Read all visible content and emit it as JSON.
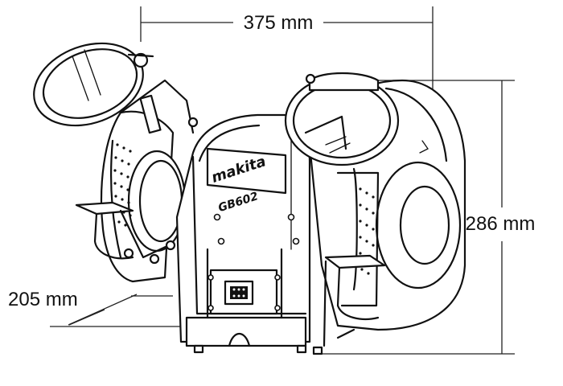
{
  "dimensions": {
    "width": "375 mm",
    "height": "286 mm",
    "depth": "205 mm"
  },
  "product": {
    "brand": "makita",
    "model": "GB602"
  },
  "colors": {
    "line": "#111111",
    "background": "#ffffff"
  }
}
